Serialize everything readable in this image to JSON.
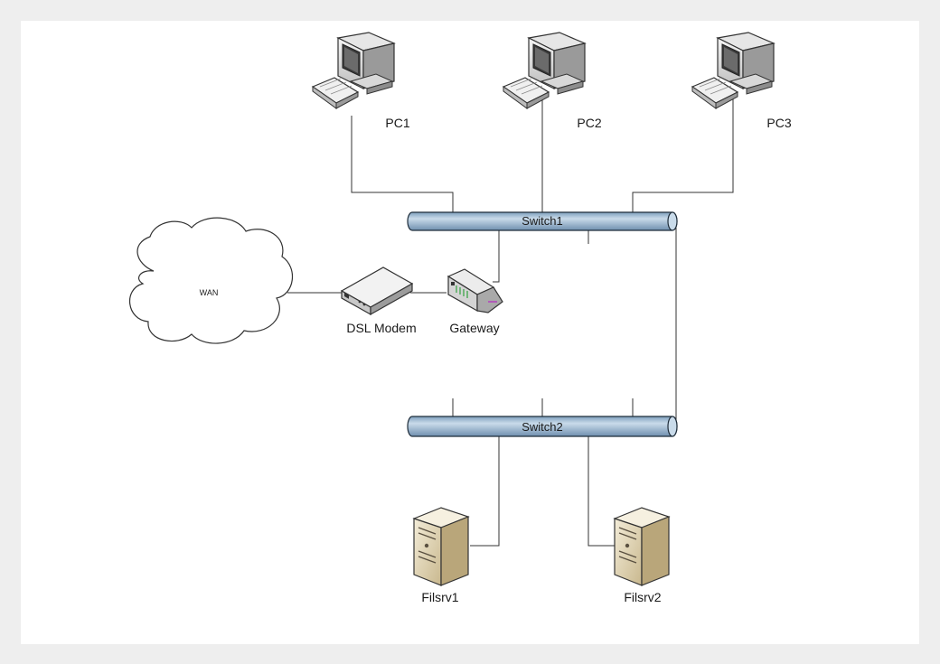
{
  "diagram": {
    "switches": [
      {
        "id": "switch1",
        "label": "Switch1"
      },
      {
        "id": "switch2",
        "label": "Switch2"
      }
    ],
    "pcs": [
      {
        "id": "pc1",
        "label": "PC1",
        "icon": "desktop-computer-icon"
      },
      {
        "id": "pc2",
        "label": "PC2",
        "icon": "desktop-computer-icon"
      },
      {
        "id": "pc3",
        "label": "PC3",
        "icon": "desktop-computer-icon"
      }
    ],
    "wan": {
      "label": "WAN",
      "icon": "cloud-icon"
    },
    "modem": {
      "label": "DSL Modem",
      "icon": "dsl-modem-icon"
    },
    "gateway": {
      "label": "Gateway",
      "icon": "router-icon"
    },
    "servers": [
      {
        "id": "filsrv1",
        "label": "Filsrv1",
        "icon": "server-tower-icon"
      },
      {
        "id": "filsrv2",
        "label": "Filsrv2",
        "icon": "server-tower-icon"
      }
    ],
    "connections": [
      [
        "pc1",
        "switch1"
      ],
      [
        "pc2",
        "switch1"
      ],
      [
        "pc3",
        "switch1"
      ],
      [
        "gateway",
        "switch1"
      ],
      [
        "wan",
        "modem"
      ],
      [
        "modem",
        "gateway"
      ],
      [
        "switch1",
        "switch2"
      ],
      [
        "switch2",
        "filsrv1"
      ],
      [
        "switch2",
        "filsrv2"
      ]
    ],
    "colors": {
      "pipe_fill": "#a9c3da",
      "pipe_stroke": "#1f2d3a",
      "server_fill": "#e8dcbf",
      "link": "#333333"
    }
  }
}
